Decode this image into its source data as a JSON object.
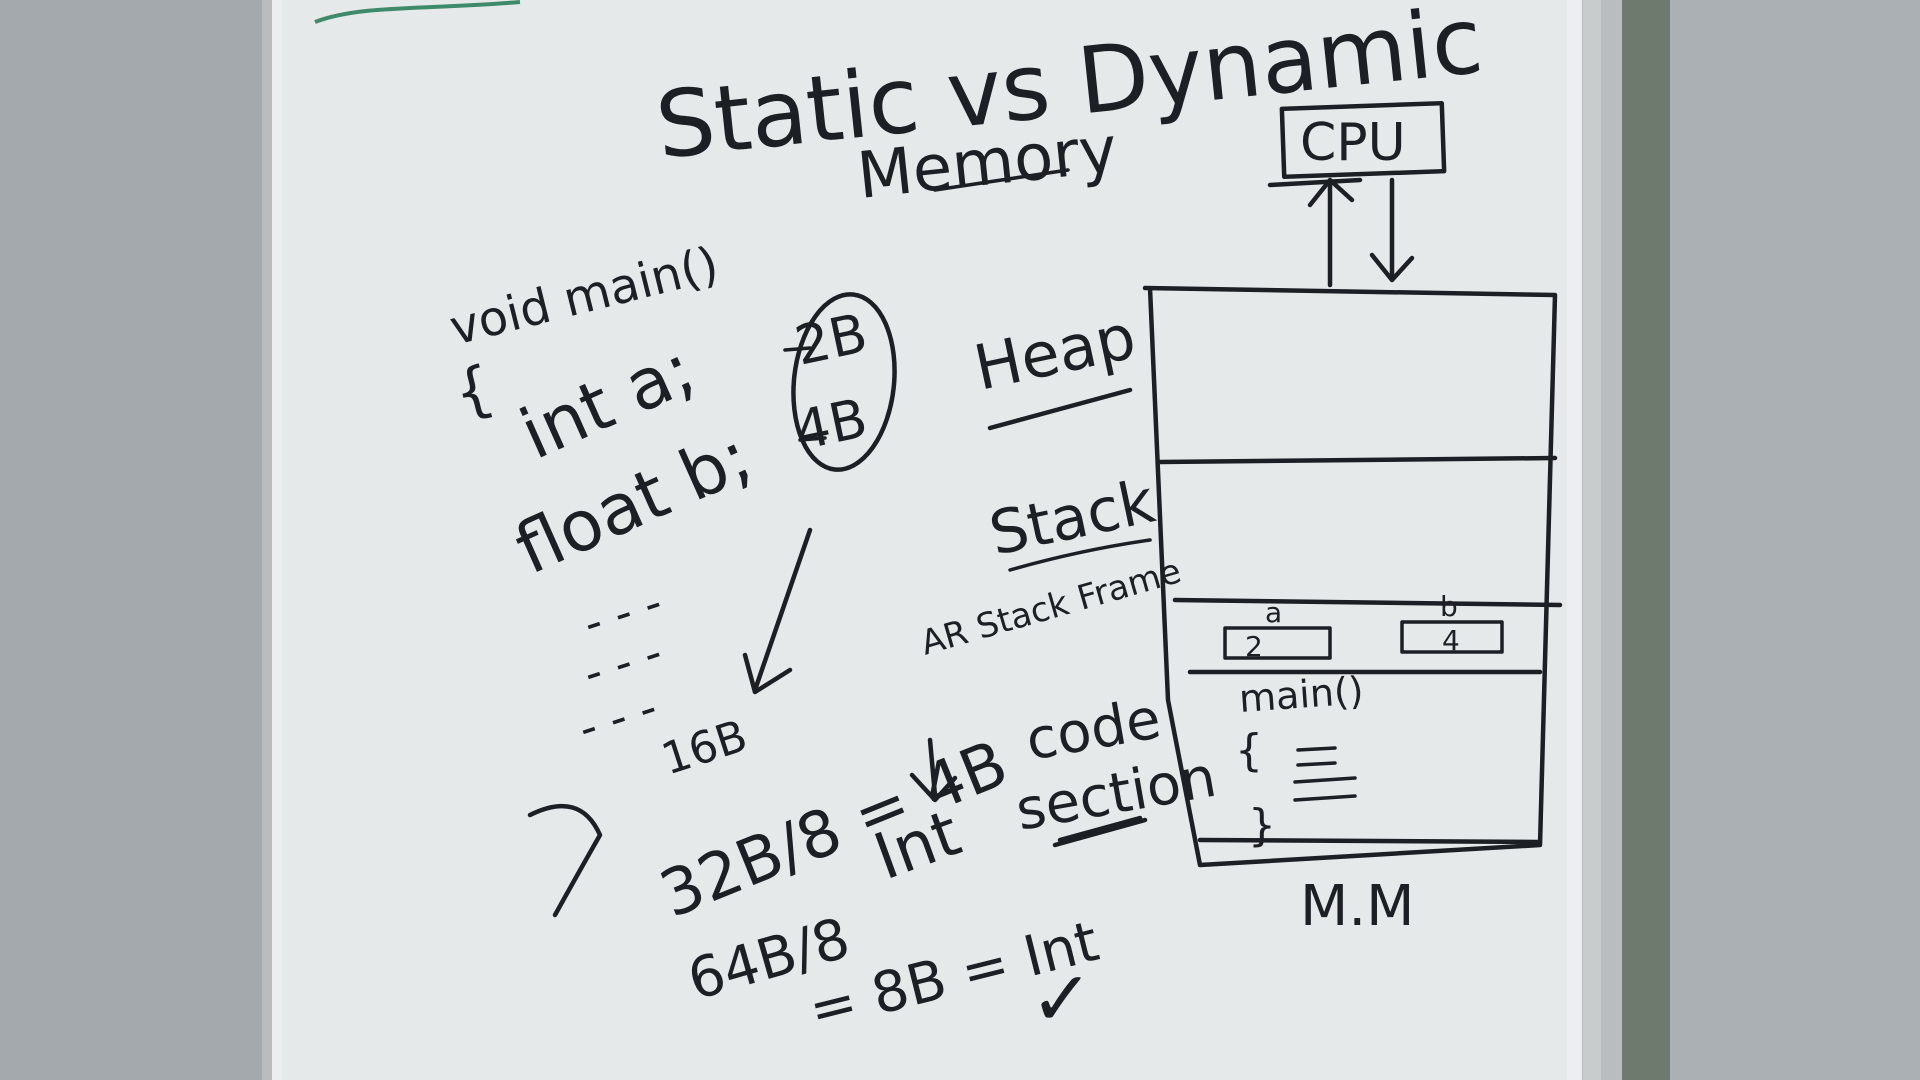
{
  "whiteboard": {
    "title_line1": "Static vs Dynamic",
    "title_line2": "Memory",
    "cpu_label": "CPU",
    "code": {
      "line1": "void main()",
      "line2": "{",
      "line3": "int a;",
      "line4": "float b;",
      "size_a": "2B",
      "size_b": "4B",
      "closing": "}",
      "dashes": "- - -",
      "total": "16B"
    },
    "segments": {
      "heap": "Heap",
      "stack": "Stack",
      "stack_frame": "AR Stack Frame",
      "code_section_1": "code",
      "code_section_2": "section"
    },
    "stack_cells": {
      "a_name": "a",
      "a_value": "2",
      "b_name": "b",
      "b_value": "4"
    },
    "code_box": {
      "fn": "main()",
      "open": "{",
      "close": "}"
    },
    "math": {
      "line1": "32B/8 = 4B",
      "int_label": "Int",
      "line2": "64B/8",
      "line3": "= 8B = Int",
      "check": "✓"
    },
    "memory_label": "M.M"
  }
}
